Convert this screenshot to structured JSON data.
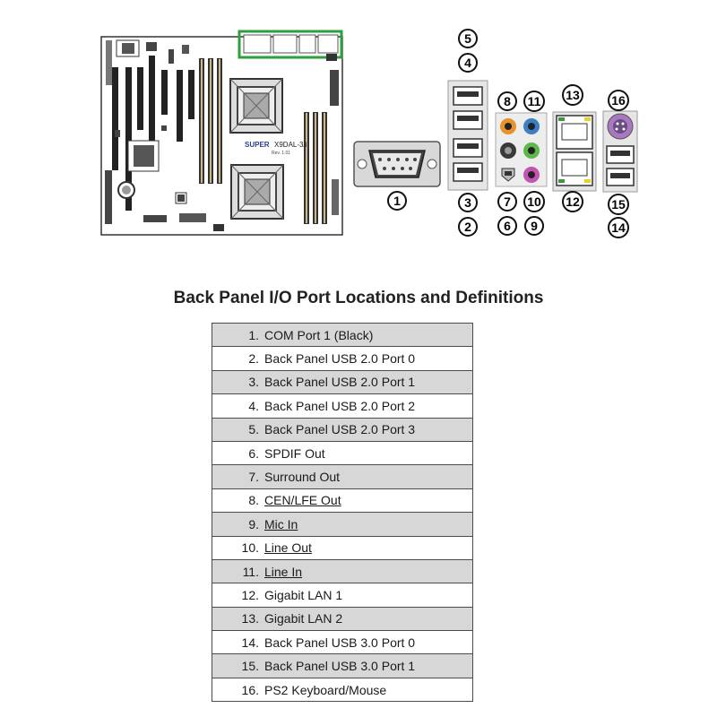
{
  "board": {
    "brand": "SUPER",
    "model": "X9DAL-3/i",
    "revision": "Rev. 1.01"
  },
  "callouts": [
    "1",
    "2",
    "3",
    "4",
    "5",
    "6",
    "7",
    "8",
    "9",
    "10",
    "11",
    "12",
    "13",
    "14",
    "15",
    "16"
  ],
  "section_title": "Back Panel I/O Port Locations and Definitions",
  "ports": [
    {
      "num": "1.",
      "label": "COM Port 1 (Black)",
      "link": false
    },
    {
      "num": "2.",
      "label": "Back Panel USB 2.0 Port 0",
      "link": false
    },
    {
      "num": "3.",
      "label": "Back Panel USB 2.0 Port 1",
      "link": false
    },
    {
      "num": "4.",
      "label": "Back Panel USB 2.0 Port 2",
      "link": false
    },
    {
      "num": "5.",
      "label": "Back Panel USB 2.0 Port 3",
      "link": false
    },
    {
      "num": "6.",
      "label": "SPDIF Out",
      "link": false
    },
    {
      "num": "7.",
      "label": "Surround Out",
      "link": false
    },
    {
      "num": "8.",
      "label": "CEN/LFE Out",
      "link": true
    },
    {
      "num": "9.",
      "label": "Mic In",
      "link": true
    },
    {
      "num": "10.",
      "label": "Line Out",
      "link": true
    },
    {
      "num": "11.",
      "label": "Line In",
      "link": true
    },
    {
      "num": "12.",
      "label": "Gigabit LAN 1",
      "link": false
    },
    {
      "num": "13.",
      "label": "Gigabit LAN 2",
      "link": false
    },
    {
      "num": "14.",
      "label": "Back Panel USB 3.0 Port 0",
      "link": false
    },
    {
      "num": "15.",
      "label": "Back Panel USB 3.0 Port 1",
      "link": false
    },
    {
      "num": "16.",
      "label": "PS2 Keyboard/Mouse",
      "link": false
    }
  ],
  "colors": {
    "highlight": "#2e9e3e",
    "audio_orange": "#e8922a",
    "audio_blue": "#3d7fc4",
    "audio_black": "#3a3a3a",
    "audio_green": "#5cb84a",
    "audio_pink": "#c553b3",
    "ps2_purple": "#a878c0",
    "led_yellow": "#e8d21f",
    "led_green": "#3c9a3c"
  }
}
